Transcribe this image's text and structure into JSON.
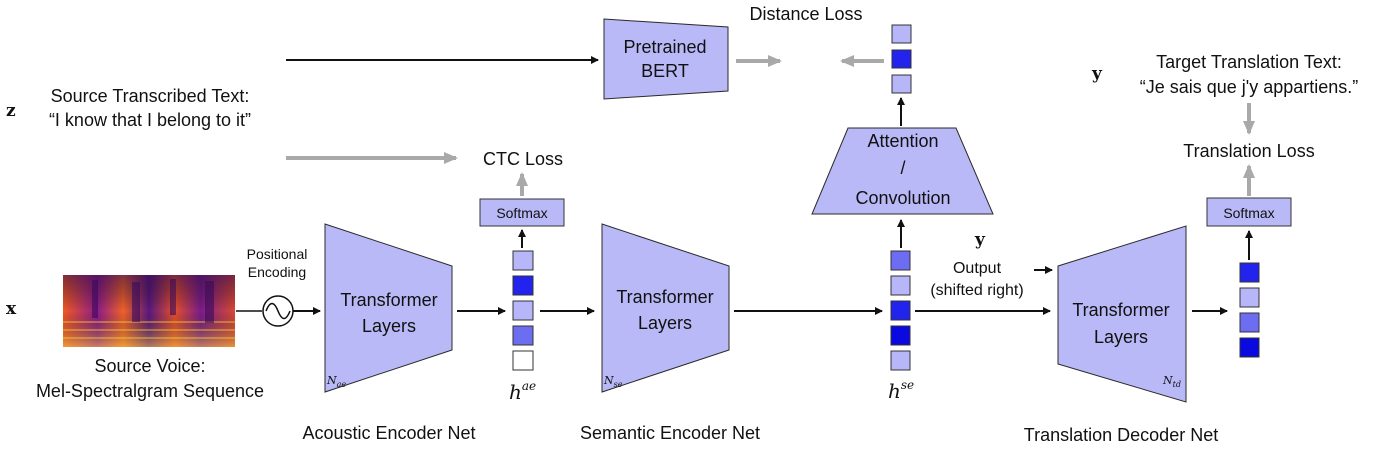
{
  "labels": {
    "distance_loss": "Distance Loss",
    "pretrained_bert_l1": "Pretrained",
    "pretrained_bert_l2": "BERT",
    "z_symbol": "z",
    "source_text_l1": "Source Transcribed Text:",
    "source_text_l2": "“I know that I belong to it”",
    "ctc_loss": "CTC Loss",
    "softmax": "Softmax",
    "attention": "Attention",
    "slash": "/",
    "convolution": "Convolution",
    "y_symbol": "y",
    "target_text_l1": "Target Translation Text:",
    "target_text_l2": "“Je sais que j'y appartiens.”",
    "translation_loss": "Translation Loss",
    "positional_l1": "Positional",
    "positional_l2": "Encoding",
    "x_symbol": "x",
    "transformer_l1": "Transformer",
    "transformer_l2": "Layers",
    "n_ae": "N",
    "n_ae_sub": "ae",
    "n_se": "N",
    "n_se_sub": "se",
    "n_td": "N",
    "n_td_sub": "td",
    "h_ae": "h",
    "h_ae_sup": "ae",
    "h_se": "h",
    "h_se_sup": "se",
    "output_l1": "Output",
    "output_l2": "(shifted right)",
    "source_voice_l1": "Source Voice:",
    "source_voice_l2": "Mel-Spectralgram Sequence",
    "acoustic_net": "Acoustic Encoder Net",
    "semantic_net": "Semantic Encoder Net",
    "translation_net": "Translation Decoder Net"
  },
  "colors": {
    "block_fill": "#b9b9f7",
    "cell_light": "#b6b6f8",
    "cell_mid": "#6d6df2",
    "cell_dark": "#2323ee",
    "cell_darkest": "#0a0ae0",
    "gray_arrow": "#a9a9a9"
  }
}
